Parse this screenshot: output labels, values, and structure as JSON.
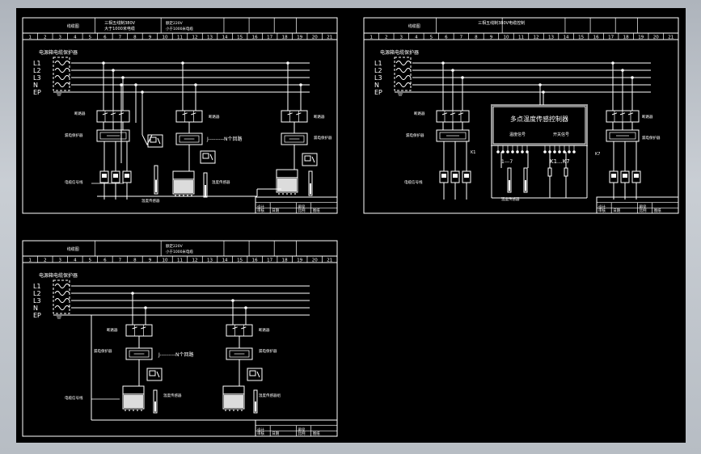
{
  "sheets": [
    {
      "id": "a",
      "header": {
        "left": "线缆图",
        "mid": [
          "三相五线制380V",
          "大于1000米电缆"
        ],
        "right": [
          "额定220V",
          "小于1000米电缆"
        ]
      },
      "columns": [
        "1",
        "2",
        "3",
        "4",
        "5",
        "6",
        "7",
        "8",
        "9",
        "10",
        "11",
        "12",
        "13",
        "14",
        "15",
        "16",
        "17",
        "18",
        "19",
        "20",
        "21"
      ],
      "title": "电源箱电缆保护器",
      "bus": [
        "L1",
        "L2",
        "L3",
        "N",
        "EP"
      ],
      "labels": {
        "breaker": "断路器",
        "protector": "漏电保护器",
        "n_loop": "J---------N个回路",
        "sensor": "温度传感器",
        "sensor2": "温度传感器",
        "signal": "电缆信号线"
      },
      "titleblock": [
        "设计",
        "审核",
        "图号",
        "比例",
        "日期",
        "图纸"
      ]
    },
    {
      "id": "b",
      "header": {
        "left": "线缆图",
        "mid": [
          "三相五线制380V电缆控制"
        ],
        "right": []
      },
      "columns": [
        "1",
        "2",
        "3",
        "4",
        "5",
        "6",
        "7",
        "8",
        "9",
        "10",
        "11",
        "12",
        "13",
        "14",
        "15",
        "16",
        "17",
        "18",
        "19",
        "20",
        "21"
      ],
      "title": "电源箱电缆保护器",
      "bus": [
        "L1",
        "L2",
        "L3",
        "N",
        "EP"
      ],
      "labels": {
        "breaker": "断路器",
        "protector": "漏电保护器",
        "controller": "多点温度传感控制器",
        "temp_signal": "温度信号",
        "switch_signal": "开关信号",
        "range1": "1---7",
        "range2": "K1...K7",
        "k1": "K1",
        "k7": "K7",
        "sensor": "温度传感器",
        "signal": "电缆信号线"
      },
      "titleblock": [
        "设计",
        "审核",
        "图号",
        "比例",
        "日期",
        "图纸"
      ]
    },
    {
      "id": "c",
      "header": {
        "left": "线缆图",
        "mid": [],
        "right": [
          "额定220V",
          "小于1000米电缆"
        ]
      },
      "columns": [
        "1",
        "2",
        "3",
        "4",
        "5",
        "6",
        "7",
        "8",
        "9",
        "10",
        "11",
        "12",
        "13",
        "14",
        "15",
        "16",
        "17",
        "18",
        "19",
        "20",
        "21"
      ],
      "title": "电源箱电缆保护器",
      "bus": [
        "L1",
        "L2",
        "L3",
        "N",
        "EP"
      ],
      "labels": {
        "breaker": "断路器",
        "protector": "漏电保护器",
        "n_loop": "J---------N个回路",
        "sensor": "温度传感器",
        "sensor2": "温度传感器组",
        "signal": "电缆信号线"
      },
      "titleblock": [
        "设计",
        "审核",
        "图号",
        "比例",
        "日期",
        "图纸"
      ]
    }
  ]
}
